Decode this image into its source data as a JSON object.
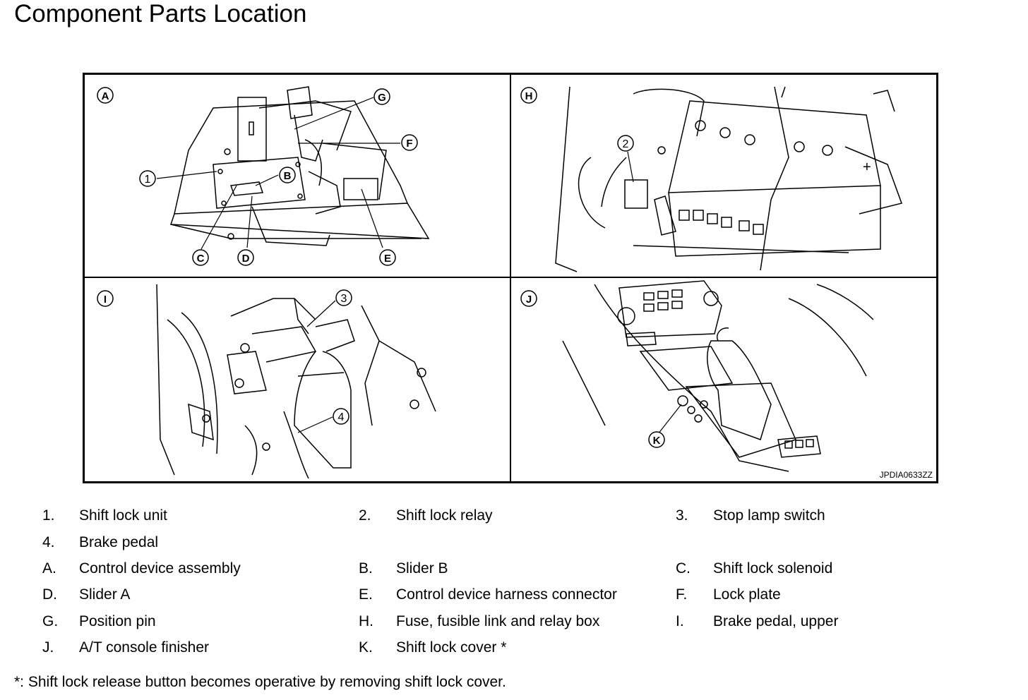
{
  "title": "Component Parts Location",
  "figure": {
    "code": "JPDIA0633ZZ",
    "panel_labels": [
      "A",
      "H",
      "I",
      "J"
    ],
    "callouts": [
      "1",
      "2",
      "3",
      "4",
      "B",
      "C",
      "D",
      "E",
      "F",
      "G",
      "K"
    ]
  },
  "legend": [
    [
      {
        "key": "1.",
        "text": "Shift lock unit"
      },
      {
        "key": "2.",
        "text": "Shift lock relay"
      },
      {
        "key": "3.",
        "text": "Stop lamp switch"
      }
    ],
    [
      {
        "key": "4.",
        "text": "Brake pedal"
      }
    ],
    [
      {
        "key": "A.",
        "text": "Control device assembly"
      },
      {
        "key": "B.",
        "text": "Slider B"
      },
      {
        "key": "C.",
        "text": "Shift lock solenoid"
      }
    ],
    [
      {
        "key": "D.",
        "text": "Slider A"
      },
      {
        "key": "E.",
        "text": "Control device harness connector"
      },
      {
        "key": "F.",
        "text": "Lock plate"
      }
    ],
    [
      {
        "key": "G.",
        "text": "Position pin"
      },
      {
        "key": "H.",
        "text": "Fuse, fusible link and relay box"
      },
      {
        "key": "I.",
        "text": "Brake pedal, upper"
      }
    ],
    [
      {
        "key": "J.",
        "text": "A/T console finisher"
      },
      {
        "key": "K.",
        "text": "Shift lock cover *"
      }
    ]
  ],
  "footnote": "*: Shift lock release button becomes operative by removing shift lock cover."
}
